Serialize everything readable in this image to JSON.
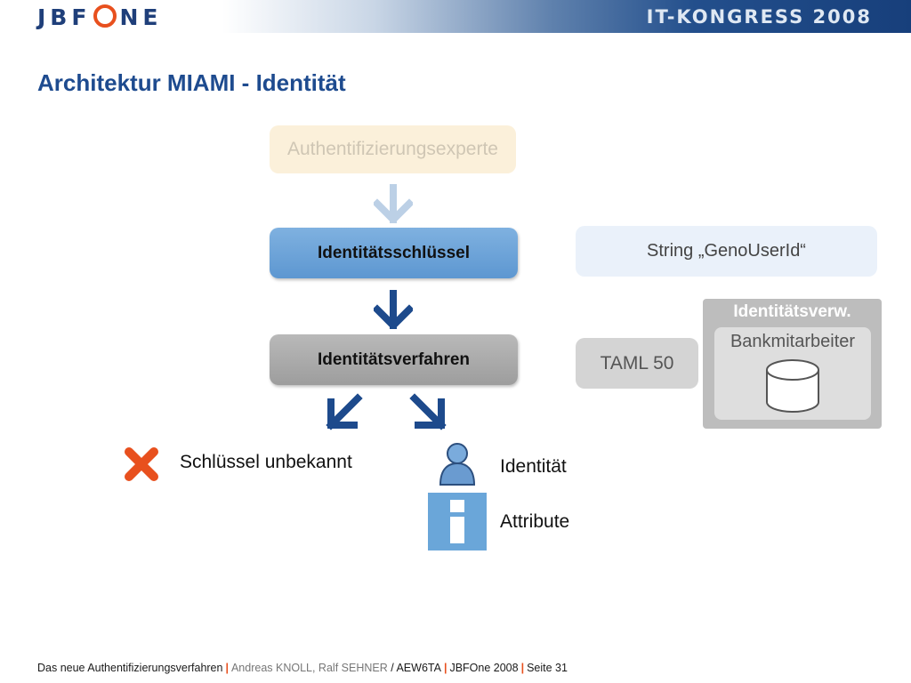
{
  "header": {
    "logo_prefix": "JBF",
    "logo_suffix": "NE",
    "event_title": "IT-KONGRESS 2008"
  },
  "slide": {
    "title": "Architektur MIAMI - Identität"
  },
  "diagram": {
    "expert_box": "Authentifizierungsexperte",
    "key_box": "Identitätsschlüssel",
    "procedure_box": "Identitätsverfahren",
    "string_box": "String „GenoUserId“",
    "taml_box": "TAML 50",
    "management_title": "Identitätsverw.",
    "management_store": "Bankmitarbeiter",
    "outcome_unknown": "Schlüssel unbekannt",
    "outcome_identity": "Identität",
    "outcome_attributes": "Attribute"
  },
  "icons": {
    "cross": "cross-icon",
    "person": "person-icon",
    "info": "info-icon",
    "database": "database-icon",
    "arrow": "arrow-icon"
  },
  "colors": {
    "title_blue": "#1e4b8f",
    "arrow_blue": "#1d4a8c",
    "arrow_light": "#bcd0e6",
    "accent_orange": "#e8501e",
    "key_blue": "#6ba3d8",
    "info_blue": "#6aa6d9"
  },
  "footer": {
    "presentation": "Das neue Authentifizierungsverfahren",
    "authors": "Andreas KNOLL, Ralf SEHNER",
    "code": "AEW6TA",
    "event": "JBFOne 2008",
    "page": "Seite 31"
  }
}
